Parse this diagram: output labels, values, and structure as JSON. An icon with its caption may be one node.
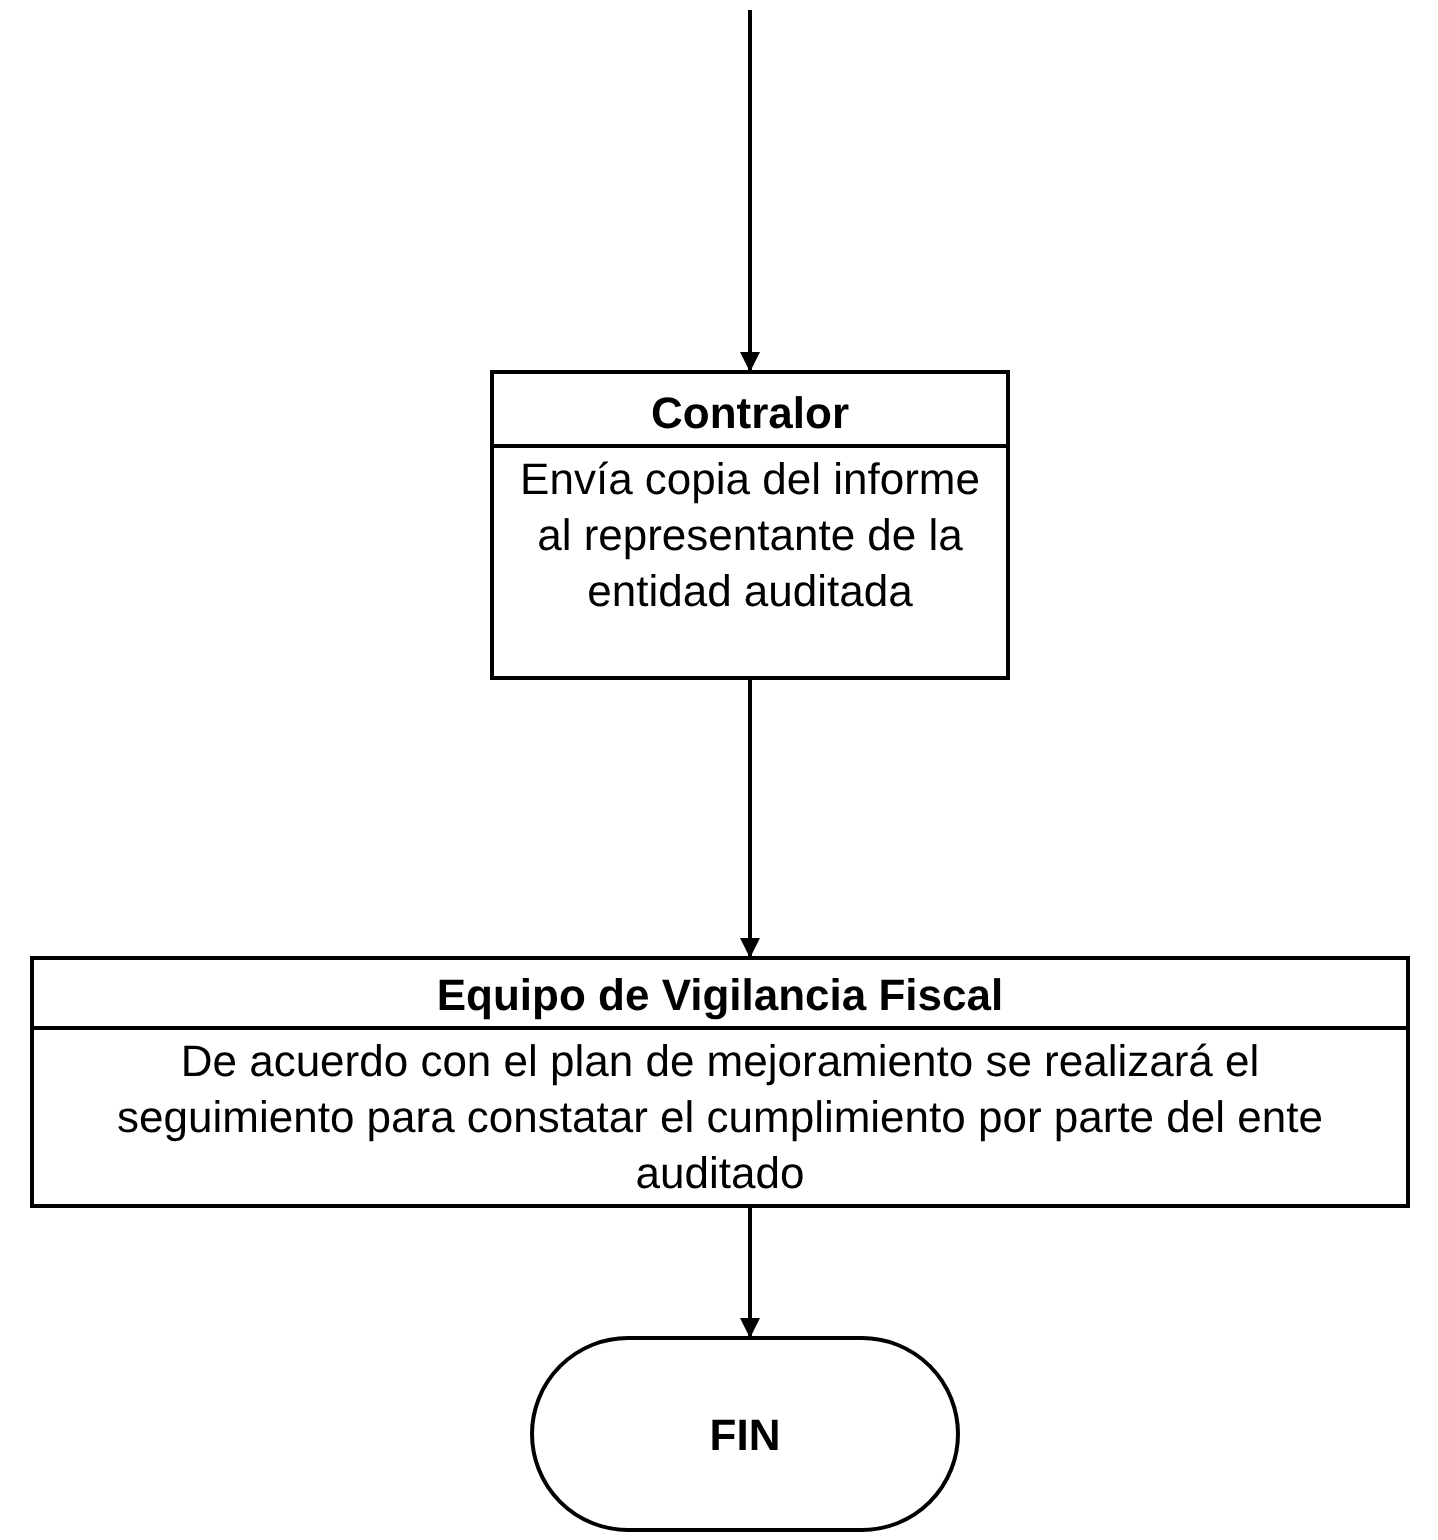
{
  "diagram": {
    "nodes": [
      {
        "text": [
          "Contralor",
          "Envía copia del informe al representante de la entidad auditada"
        ]
      },
      {
        "text": [
          "Equipo de Vigilancia Fiscal",
          "De acuerdo con el plan de mejoramiento se realizará  el seguimiento  para constatar el cumplimiento por parte del ente auditado"
        ]
      },
      {
        "text": [
          "FIN"
        ]
      }
    ],
    "edges": [
      {
        "from": null,
        "to": 0,
        "arrow": "to"
      },
      {
        "from": 0,
        "to": 1,
        "arrow": "to"
      },
      {
        "from": 1,
        "to": 2,
        "arrow": "to"
      }
    ]
  }
}
